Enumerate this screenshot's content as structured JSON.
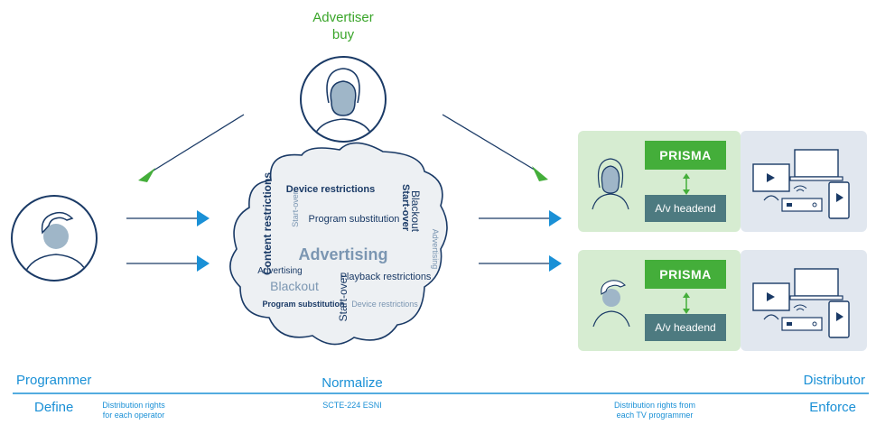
{
  "advertiser": {
    "label_line1": "Advertiser",
    "label_line2": "buy"
  },
  "cloud_terms": [
    "Device restrictions",
    "Content restrictions",
    "Start-over",
    "Program substitution",
    "Start-over",
    "Blackout",
    "Advertising",
    "Advertising",
    "Advertising",
    "Playback restrictions",
    "Blackout",
    "Program substitution",
    "Start-over",
    "Device restrictions"
  ],
  "distributors": [
    {
      "prisma_label": "PRISMA",
      "headend_label": "A/v headend"
    },
    {
      "prisma_label": "PRISMA",
      "headend_label": "A/v headend"
    }
  ],
  "footer": {
    "programmer": "Programmer",
    "normalize": "Normalize",
    "distributor": "Distributor",
    "define": "Define",
    "define_note_line1": "Distribution rights",
    "define_note_line2": "for each operator",
    "scte_note": "SCTE-224 ESNI",
    "enforce": "Enforce",
    "enforce_note_line1": "Distribution rights from",
    "enforce_note_line2": "each TV programmer"
  },
  "colors": {
    "navy": "#1a3a66",
    "green": "#3aa52a",
    "blue": "#1a90d6",
    "panel_green": "#d6ecd1",
    "panel_gray": "#e1e7ef",
    "teal": "#4d7a80"
  }
}
